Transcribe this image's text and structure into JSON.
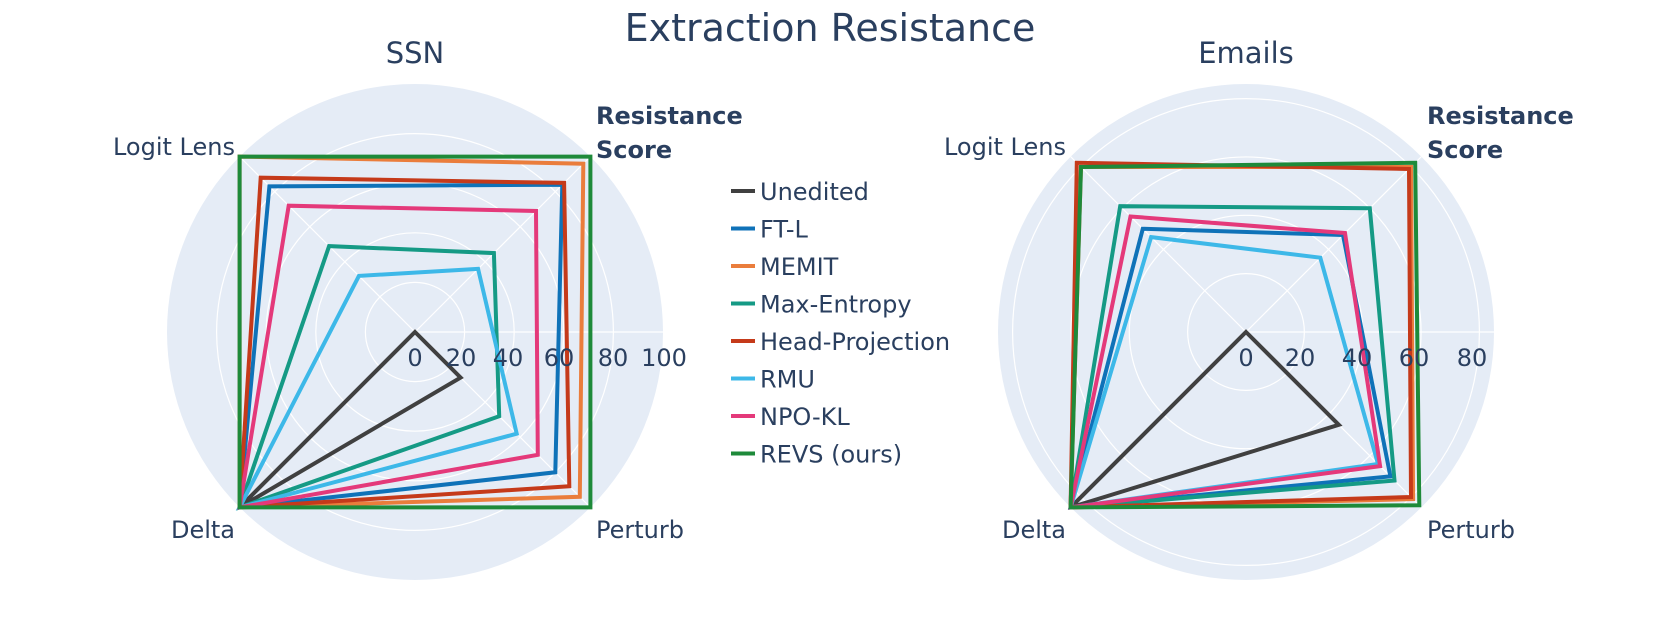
{
  "chart_data": {
    "type": "radar",
    "title": "Extraction Resistance",
    "axes": [
      "Resistance Score",
      "Perturb",
      "Delta",
      "Logit Lens"
    ],
    "legend_placement": "center",
    "grid": true,
    "series_colors": {
      "Unedited": "#404040",
      "FT-L": "#0f72b8",
      "MEMIT": "#ea7d3c",
      "Max-Entropy": "#159a85",
      "Head-Projection": "#c53a1a",
      "RMU": "#3db8e8",
      "NPO-KL": "#e4397a",
      "REVS (ours)": "#1e8a3a"
    },
    "subplots": [
      {
        "title": "SSN",
        "radial_range": [
          0,
          100
        ],
        "radial_ticks": [
          "0",
          "20",
          "40",
          "60",
          "80",
          "100"
        ],
        "series": [
          {
            "name": "Unedited",
            "values": [
              0,
              26,
              100,
              0
            ]
          },
          {
            "name": "FT-L",
            "values": [
              84,
              80,
              100,
              83
            ]
          },
          {
            "name": "MEMIT",
            "values": [
              96,
              94,
              100,
              100
            ]
          },
          {
            "name": "Max-Entropy",
            "values": [
              45,
              48,
              100,
              49
            ]
          },
          {
            "name": "Head-Projection",
            "values": [
              85,
              88,
              100,
              88
            ]
          },
          {
            "name": "RMU",
            "values": [
              36,
              58,
              100,
              32
            ]
          },
          {
            "name": "NPO-KL",
            "values": [
              69,
              70,
              100,
              72
            ]
          },
          {
            "name": "REVS (ours)",
            "values": [
              100,
              100,
              100,
              100
            ]
          }
        ]
      },
      {
        "title": "Emails",
        "radial_range": [
          0,
          85
        ],
        "radial_ticks": [
          "0",
          "20",
          "40",
          "60",
          "80"
        ],
        "series": [
          {
            "name": "Unedited",
            "values": [
              0,
              45,
              85,
              0
            ]
          },
          {
            "name": "FT-L",
            "values": [
              47,
              70,
              85,
              50
            ]
          },
          {
            "name": "MEMIT",
            "values": [
              80,
              81,
              85,
              80
            ]
          },
          {
            "name": "Max-Entropy",
            "values": [
              60,
              72,
              85,
              61
            ]
          },
          {
            "name": "Head-Projection",
            "values": [
              79,
              80,
              85,
              82
            ]
          },
          {
            "name": "RMU",
            "values": [
              36,
              64,
              85,
              46
            ]
          },
          {
            "name": "NPO-KL",
            "values": [
              48,
              65,
              85,
              56
            ]
          },
          {
            "name": "REVS (ours)",
            "values": [
              82,
              84,
              85,
              80
            ]
          }
        ]
      }
    ]
  }
}
